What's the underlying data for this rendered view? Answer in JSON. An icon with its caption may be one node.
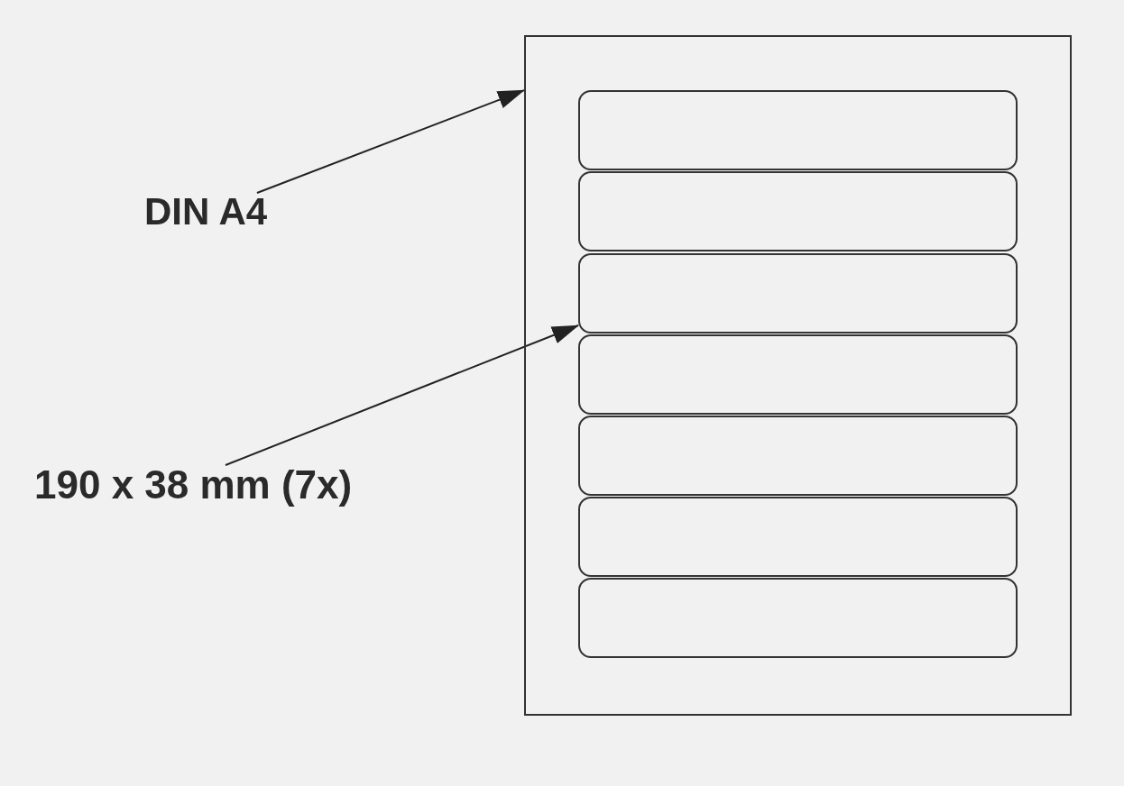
{
  "diagram": {
    "nodes": [
      {
        "text": [],
        "shape": "box"
      },
      {
        "text": [],
        "shape": "box",
        "in": 0
      },
      {
        "text": [],
        "shape": "box",
        "in": 0
      },
      {
        "text": [],
        "shape": "box",
        "in": 0
      },
      {
        "text": [],
        "shape": "box",
        "in": 0
      },
      {
        "text": [],
        "shape": "box",
        "in": 0
      },
      {
        "text": [],
        "shape": "box",
        "in": 0
      },
      {
        "text": [],
        "shape": "box",
        "in": 0
      },
      {
        "text": [
          "DIN A4"
        ]
      },
      {
        "text": [
          "190 x 38 mm (7x)"
        ]
      }
    ],
    "edges": [
      {
        "from": 8,
        "to": 0,
        "arrow": "to"
      },
      {
        "from": 9,
        "to": 3,
        "arrow": "to"
      }
    ]
  }
}
